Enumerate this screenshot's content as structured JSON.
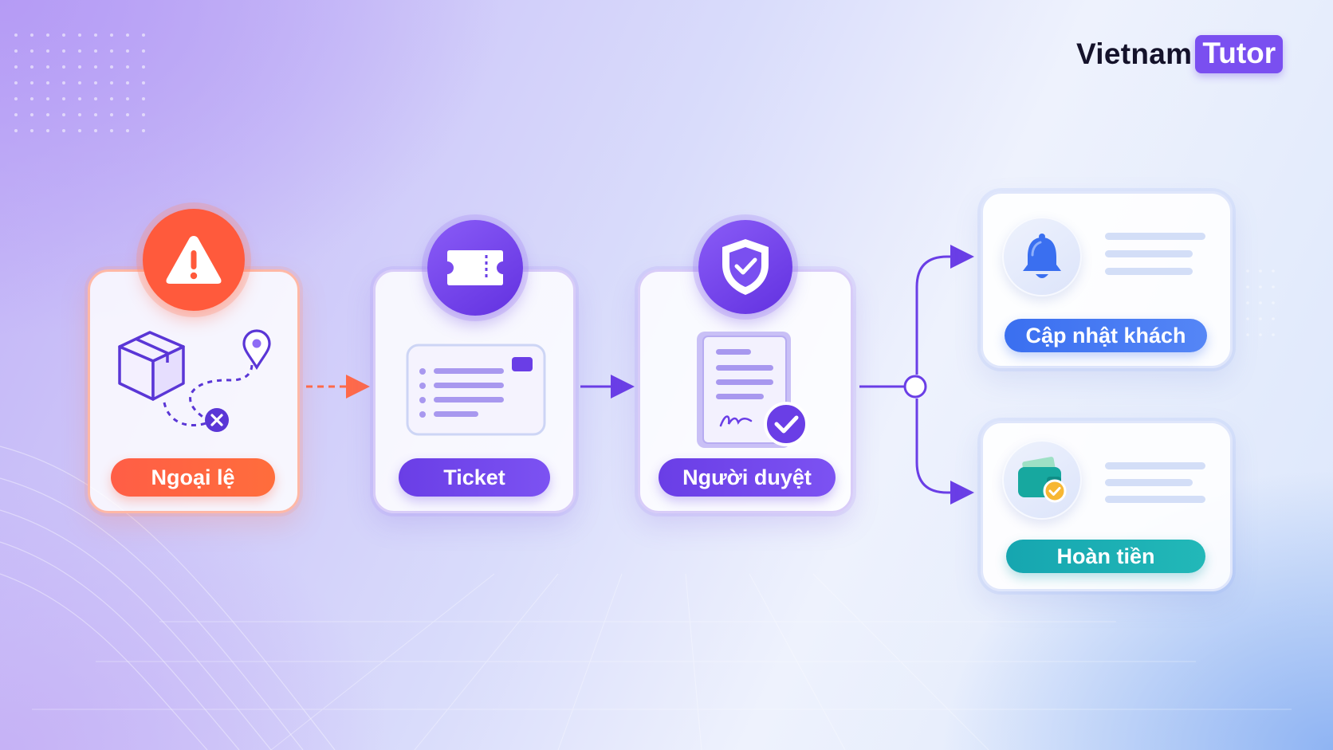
{
  "logo": {
    "word": "Vietnam",
    "badge": "Tutor"
  },
  "flow": {
    "steps": [
      {
        "label": "Ngoại lệ",
        "icon": "warning-icon",
        "illustration": "package-route-icon"
      },
      {
        "label": "Ticket",
        "icon": "ticket-icon",
        "illustration": "ticket-form-icon"
      },
      {
        "label": "Người duyệt",
        "icon": "shield-check-icon",
        "illustration": "signed-document-icon"
      }
    ],
    "outcomes": [
      {
        "label": "Cập nhật khách",
        "icon": "bell-icon"
      },
      {
        "label": "Hoàn tiền",
        "icon": "wallet-icon"
      }
    ]
  },
  "colors": {
    "exception": "#ff5e46",
    "primary": "#7a4ff0",
    "update": "#3a6ff0",
    "refund": "#16a6b0"
  }
}
